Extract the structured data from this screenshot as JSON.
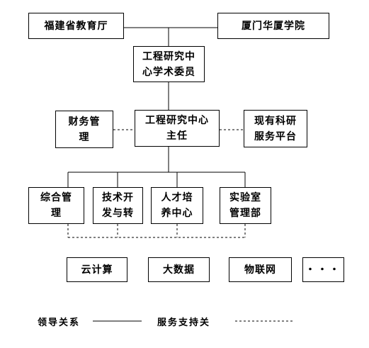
{
  "nodes": {
    "fujian_education_dept": "福建省教育厅",
    "xiamen_huaxia_college": "厦门华厦学院",
    "academic_committee": [
      "工程研究中",
      "心学术委员"
    ],
    "director": [
      "工程研究中心",
      "主任"
    ],
    "finance": [
      "财务管",
      "理"
    ],
    "research_service_platform": [
      "现有科研",
      "服务平台"
    ],
    "general_mgmt": [
      "综合管",
      "理"
    ],
    "tech_dev": [
      "技术开",
      "发与转"
    ],
    "talent_center": [
      "人才培",
      "养中心"
    ],
    "lab_mgmt": [
      "实验室",
      "管理部"
    ],
    "cloud_computing": "云计算",
    "big_data": "大数据",
    "iot": "物联网",
    "ellipsis": "・・・"
  },
  "legend": {
    "leadership_label": "领导关系",
    "service_support_label": "服务支持关"
  }
}
